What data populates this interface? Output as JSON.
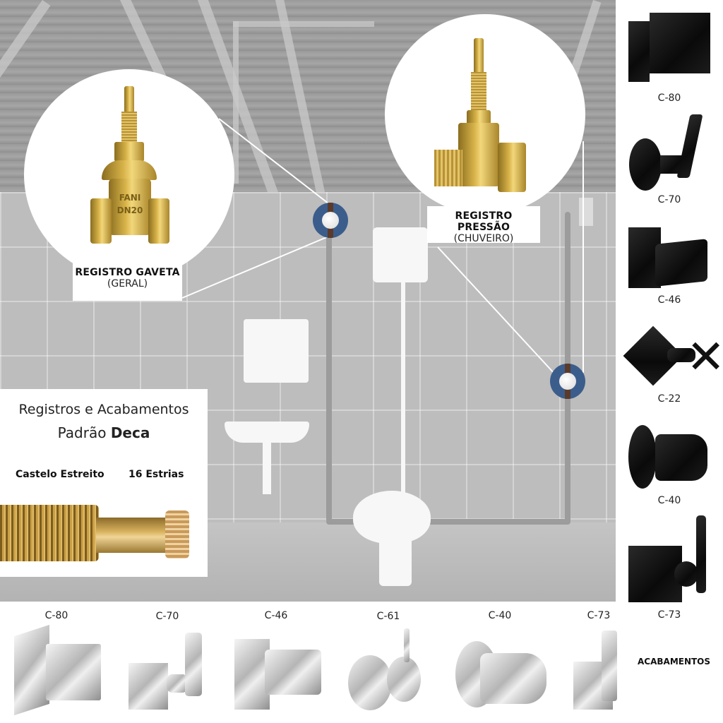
{
  "callouts": {
    "gaveta": {
      "title": "REGISTRO GAVETA",
      "subtitle": "(GERAL)",
      "valve_marking_1": "FANI",
      "valve_marking_2": "DN20"
    },
    "pressao": {
      "title": "REGISTRO PRESSÃO",
      "subtitle": "(CHUVEIRO)"
    }
  },
  "info_box": {
    "heading_line1": "Registros e Acabamentos",
    "heading_line2_prefix": "Padrão ",
    "heading_line2_brand": "Deca",
    "label_left": "Castelo Estreito",
    "label_right": "16 Estrias"
  },
  "side_finishes": {
    "style": "black",
    "items": [
      {
        "code": "C-80"
      },
      {
        "code": "C-70"
      },
      {
        "code": "C-46"
      },
      {
        "code": "C-22"
      },
      {
        "code": "C-40"
      },
      {
        "code": "C-73"
      }
    ]
  },
  "bottom_finishes": {
    "style": "chrome",
    "items": [
      {
        "code": "C-80"
      },
      {
        "code": "C-70"
      },
      {
        "code": "C-46"
      },
      {
        "code": "C-61"
      },
      {
        "code": "C-40"
      },
      {
        "code": "C-73"
      }
    ]
  },
  "acabamentos_label": "ACABAMENTOS",
  "colors": {
    "marker_blue": "#3b5d8c",
    "brass": "#d9b44a",
    "pipe_brown": "#5a3a2a"
  }
}
